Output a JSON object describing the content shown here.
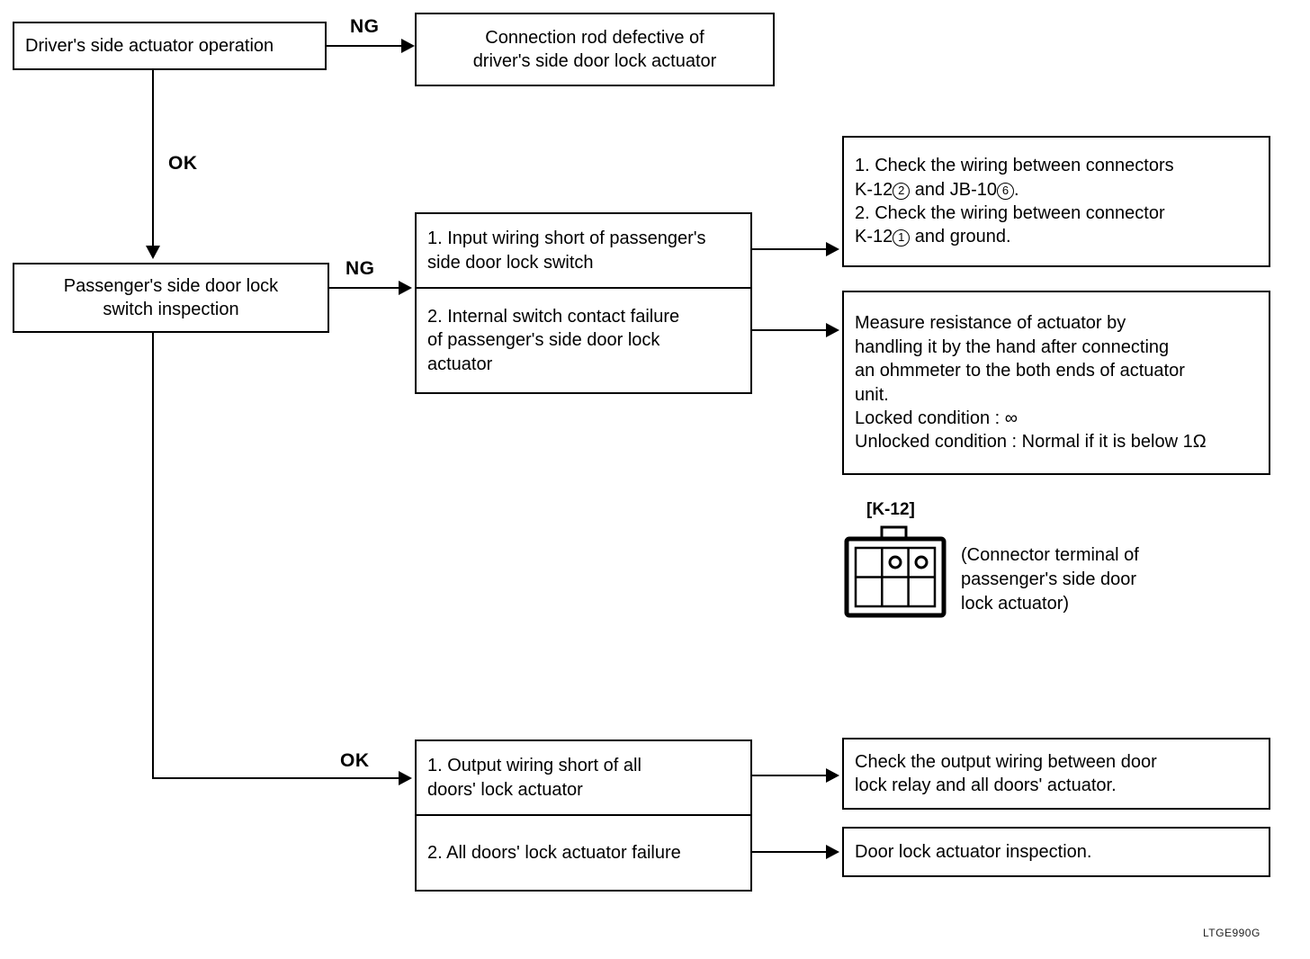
{
  "diagram": {
    "figure_code": "LTGE990G",
    "nodes": {
      "driver_actuator_operation": "Driver's side actuator operation",
      "connection_rod_defective": "Connection rod defective of\ndriver's side door lock actuator",
      "passenger_switch_inspection": "Passenger's side door lock\nswitch inspection",
      "ng_cause_1": "1. Input wiring short of passenger's\n    side door lock switch",
      "ng_cause_2": "2. Internal switch contact failure\n    of passenger's side door lock\n    actuator",
      "check_wiring_connectors_line1": "1. Check the wiring between connectors",
      "check_wiring_connectors_line2a": "    K-12",
      "check_wiring_connectors_circ1": "2",
      "check_wiring_connectors_line2b": " and JB-10",
      "check_wiring_connectors_circ2": "6",
      "check_wiring_connectors_line2c": ".",
      "check_wiring_ground_line1": "2. Check the wiring between connector",
      "check_wiring_ground_line2a": "    K-12",
      "check_wiring_ground_circ1": "1",
      "check_wiring_ground_line2b": " and ground.",
      "measure_resistance": "Measure resistance of actuator by\nhandling it by the hand after connecting\nan ohmmeter to the both ends of actuator\nunit.\nLocked condition : ∞\nUnlocked condition : Normal if it is below 1Ω",
      "ok_cause_1": "1. Output wiring short of all\n    doors' lock actuator",
      "ok_cause_2": "2. All doors' lock actuator failure",
      "check_output_wiring": "Check the output wiring between door\nlock relay and all doors' actuator.",
      "door_lock_actuator_inspection": "Door lock actuator inspection."
    },
    "edge_labels": {
      "ng_top": "NG",
      "ok_left": "OK",
      "ng_middle": "NG",
      "ok_bottom": "OK"
    },
    "connector": {
      "label": "[K-12]",
      "caption": "(Connector terminal of\n    passenger's side door\n    lock actuator)",
      "rows": 2,
      "cols": 3,
      "terminal_cells": [
        1,
        2
      ]
    }
  }
}
